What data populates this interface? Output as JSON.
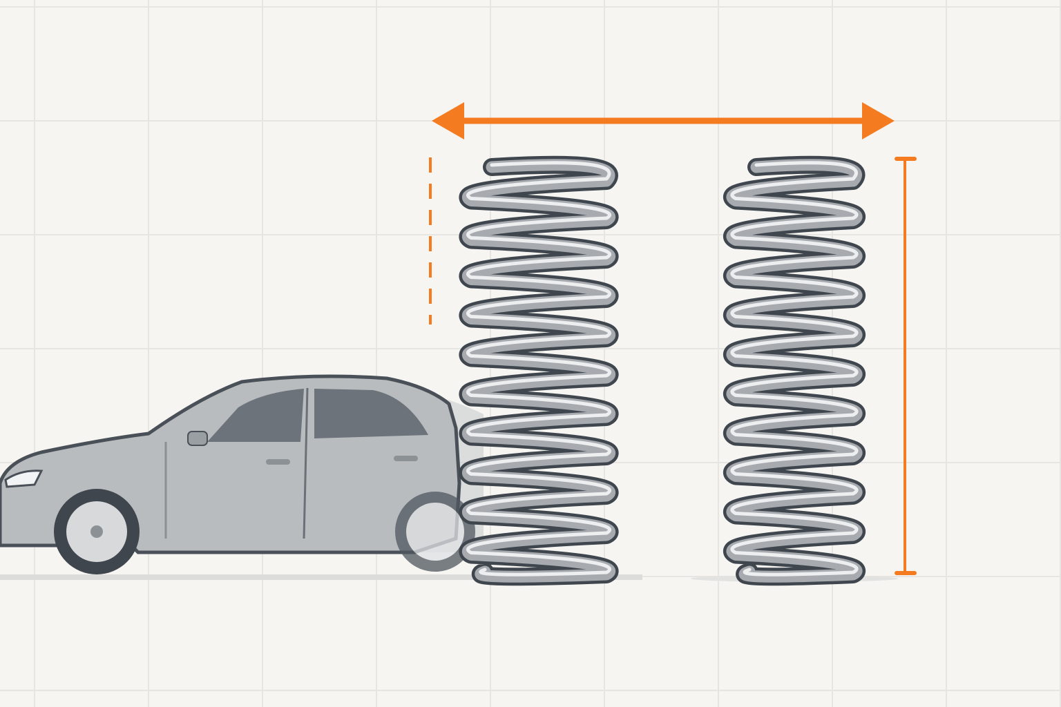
{
  "colors": {
    "background": "#f6f5f2",
    "grid": "#e6e5e1",
    "accent": "#f47b20",
    "spring_outline": "#3f464e",
    "spring_body": "#a7abb0",
    "spring_highlight": "#eceef0",
    "car_body": "#b9bcbf",
    "car_outline": "#4a5058",
    "car_window": "#6c737b"
  },
  "springs": [
    {
      "name": "compressed-left-spring",
      "coils": 10
    },
    {
      "name": "right-spring",
      "coils": 10
    }
  ]
}
